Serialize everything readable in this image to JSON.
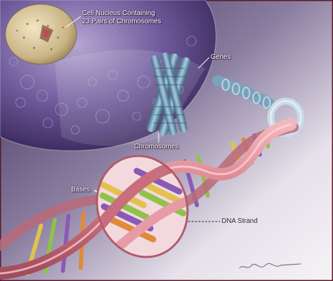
{
  "labels": {
    "nucleus_line1": "Cell Nucleus Containing",
    "nucleus_line2": "23 Pairs of Chromosomes",
    "genes": "Genes",
    "chromosomes": "Chromosomes",
    "bases": "Bases",
    "dna_strand": "DNA Strand"
  },
  "colors": {
    "cell_purple": "#6c4f93",
    "nucleus_beige": "#d8c8a0",
    "chromosome_blue": "#6f9bb4",
    "dna_pink": "#d98a93",
    "base_yellow": "#e3c14e",
    "base_green": "#8fc24a",
    "base_purple": "#8a5ab5",
    "base_orange": "#e08a3c"
  }
}
